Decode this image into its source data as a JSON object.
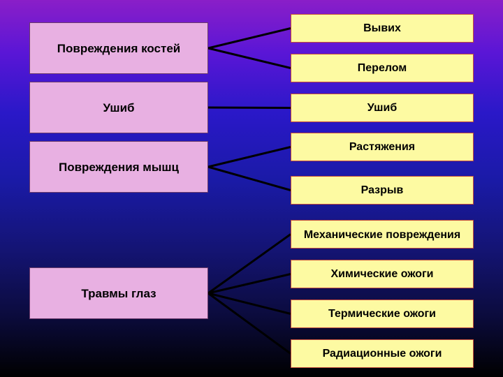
{
  "categories": [
    {
      "id": "bones",
      "label": "Повреждения костей"
    },
    {
      "id": "bruise",
      "label": "Ушиб"
    },
    {
      "id": "muscles",
      "label": "Повреждения мышц"
    },
    {
      "id": "eyes",
      "label": "Травмы глаз"
    }
  ],
  "items": [
    {
      "id": "dislocation",
      "label": "Вывих",
      "parent": "bones"
    },
    {
      "id": "fracture",
      "label": "Перелом",
      "parent": "bones"
    },
    {
      "id": "bruise-item",
      "label": "Ушиб",
      "parent": "bruise"
    },
    {
      "id": "sprain",
      "label": "Растяжения",
      "parent": "muscles"
    },
    {
      "id": "rupture",
      "label": "Разрыв",
      "parent": "muscles"
    },
    {
      "id": "mechanical",
      "label": "Механические повреждения",
      "parent": "eyes"
    },
    {
      "id": "chemical",
      "label": "Химические ожоги",
      "parent": "eyes"
    },
    {
      "id": "thermal",
      "label": "Термические ожоги",
      "parent": "eyes"
    },
    {
      "id": "radiation",
      "label": "Радиационные ожоги",
      "parent": "eyes"
    }
  ],
  "colors": {
    "category_fill": "#e8b0e2",
    "item_fill": "#fdfaa2",
    "item_border": "#c24a3a",
    "connector": "#000000"
  }
}
